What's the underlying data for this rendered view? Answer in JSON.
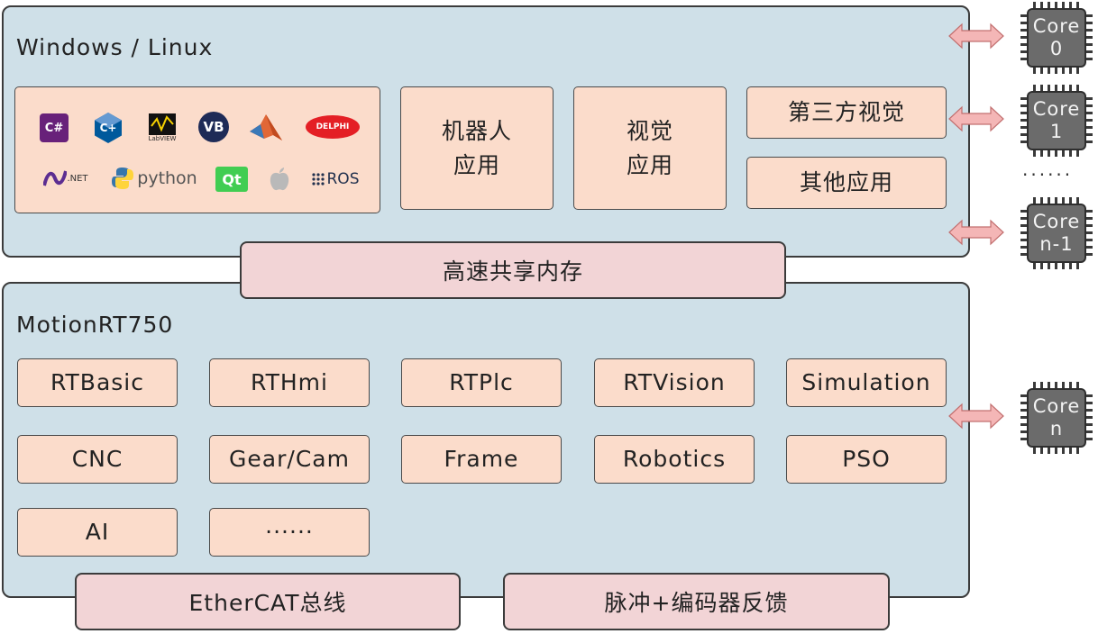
{
  "top_panel": {
    "title": "Windows / Linux",
    "logos": {
      "csharp": "C#",
      "cpp": "C+",
      "labview": "LabVIEW",
      "vb": "VB",
      "delphi": "DELPHI",
      "dotnet": ".NET",
      "python": "python",
      "qt": "Qt",
      "ros": "ROS"
    },
    "apps": {
      "robot_app": "机器人\n应用",
      "vision_app": "视觉\n应用",
      "third_party_vision": "第三方视觉",
      "other_apps": "其他应用"
    }
  },
  "shared_memory": "高速共享内存",
  "bottom_panel": {
    "title": "MotionRT750",
    "modules": [
      "RTBasic",
      "RTHmi",
      "RTPlc",
      "RTVision",
      "Simulation",
      "CNC",
      "Gear/Cam",
      "Frame",
      "Robotics",
      "PSO",
      "AI",
      "······"
    ]
  },
  "bus": {
    "ethercat": "EtherCAT总线",
    "pulse": "脉冲+编码器反馈"
  },
  "cores": [
    {
      "line1": "Core",
      "line2": "0"
    },
    {
      "line1": "Core",
      "line2": "1"
    },
    {
      "line1": "Core",
      "line2": "n-1"
    },
    {
      "line1": "Core",
      "line2": "n"
    }
  ],
  "core_ellipsis": "······",
  "colors": {
    "panel_fill": "#cfe0e8",
    "box_fill": "#fbdccb",
    "pink_fill": "#f2d4d6",
    "core_fill": "#6b6b6b",
    "arrow_fill": "#f4b6b6"
  }
}
